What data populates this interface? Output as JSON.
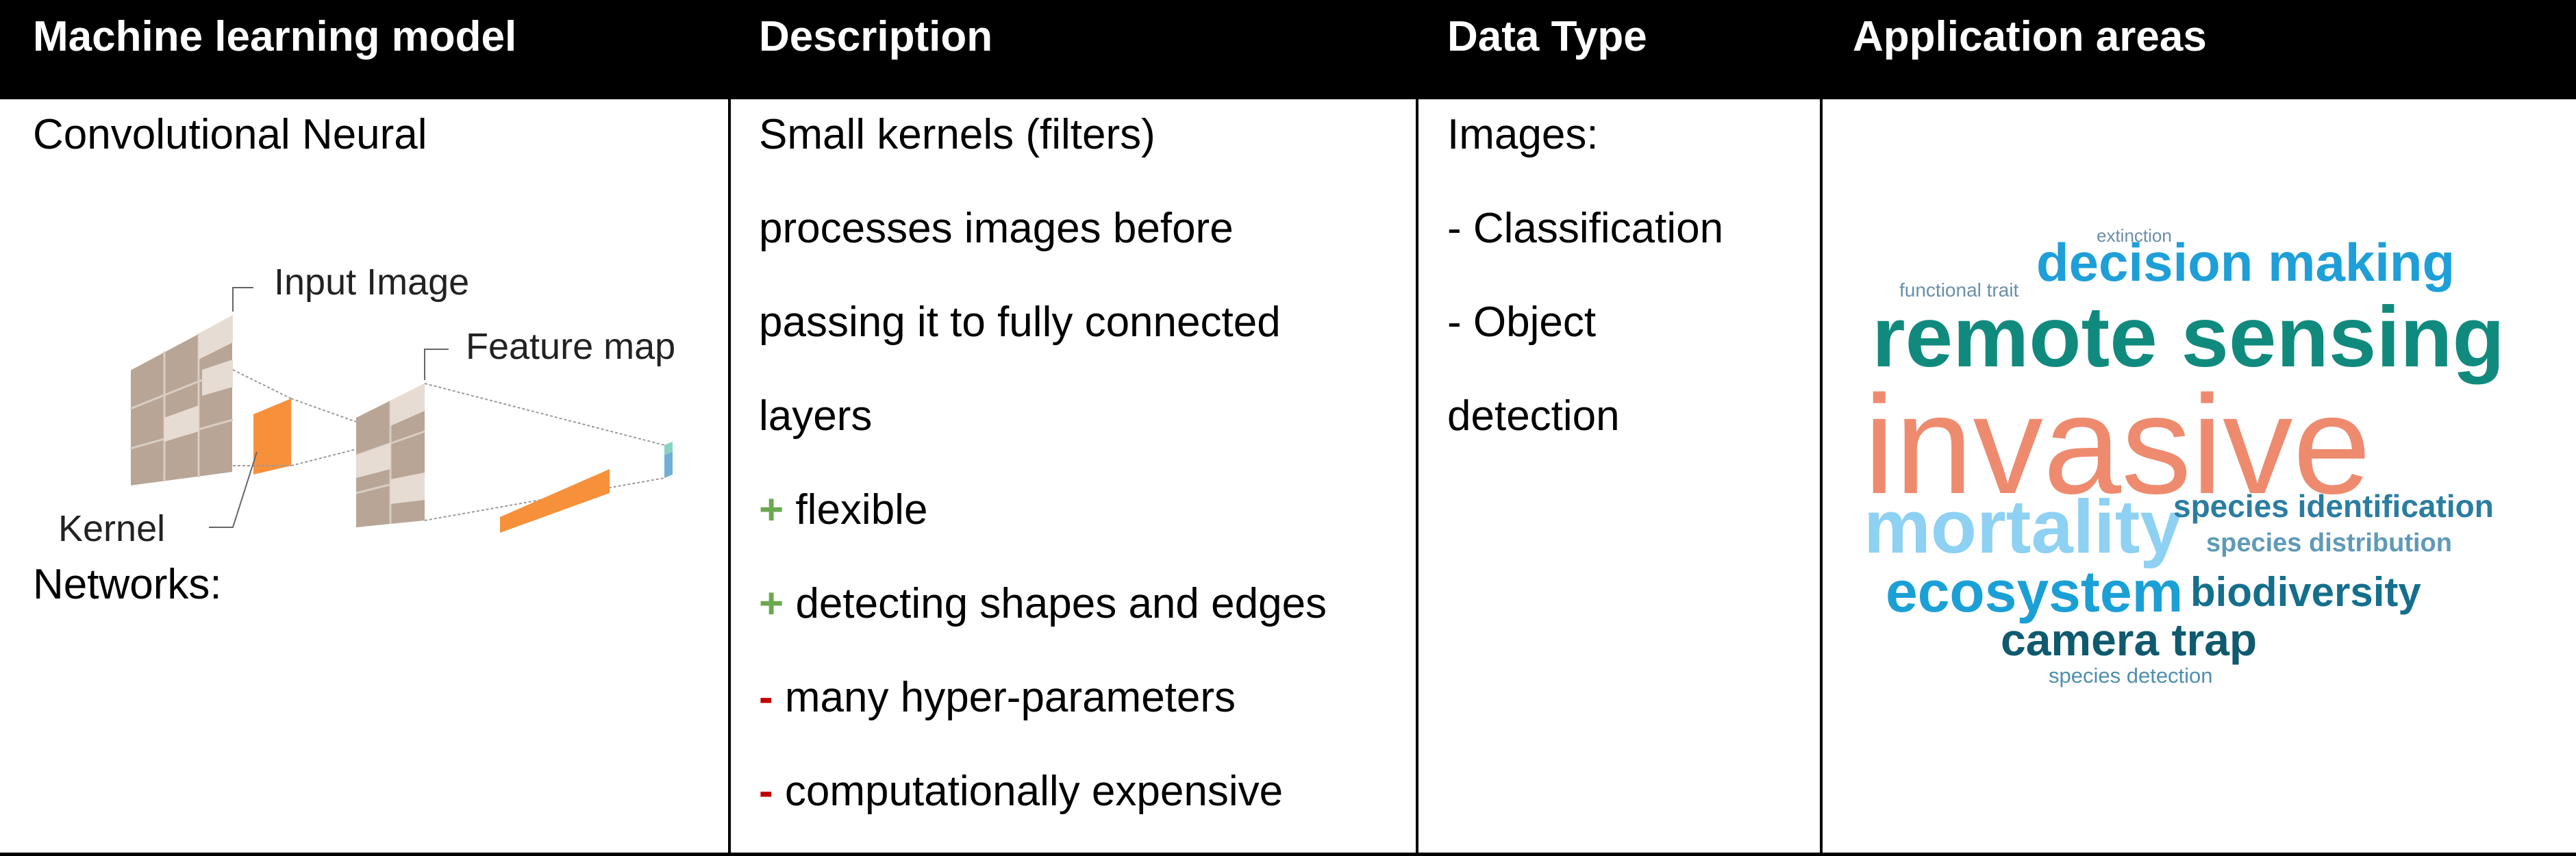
{
  "headers": {
    "model": "Machine learning model",
    "description": "Description",
    "data_type": "Data Type",
    "application": "Application areas"
  },
  "model": {
    "name_line1": "Convolutional Neural",
    "name_line2": "Networks:",
    "diagram": {
      "input_label": "Input Image",
      "feature_label": "Feature map",
      "kernel_label": "Kernel"
    }
  },
  "description": {
    "lines": [
      "Small kernels (filters)",
      "processes images before",
      "passing it to fully connected",
      "layers"
    ],
    "pros": [
      {
        "sign": "+",
        "text": " flexible"
      },
      {
        "sign": "+",
        "text": " detecting shapes and edges"
      }
    ],
    "cons": [
      {
        "sign": "-",
        "text": " many hyper-parameters"
      },
      {
        "sign": "-",
        "text": " computationally expensive"
      }
    ]
  },
  "data_type": {
    "lines": [
      "Images:",
      "- Classification",
      "- Object",
      "detection"
    ]
  },
  "word_cloud": {
    "words": [
      {
        "text": "extinction",
        "color": "#6a8fa8"
      },
      {
        "text": "functional trait",
        "color": "#6a8fa8"
      },
      {
        "text": "decision making",
        "color": "#1e9fd8"
      },
      {
        "text": "remote sensing",
        "color": "#118a7e"
      },
      {
        "text": "invasive",
        "color": "#ee8b6f"
      },
      {
        "text": "mortality",
        "color": "#8ed1f2"
      },
      {
        "text": "species identification",
        "color": "#2a7da0"
      },
      {
        "text": "species distribution",
        "color": "#5f9ab8"
      },
      {
        "text": "ecosystem",
        "color": "#1ba0d6"
      },
      {
        "text": "biodiversity",
        "color": "#156f8c"
      },
      {
        "text": "camera trap",
        "color": "#0f5a6e"
      },
      {
        "text": "species detection",
        "color": "#4f8fb0"
      }
    ]
  }
}
